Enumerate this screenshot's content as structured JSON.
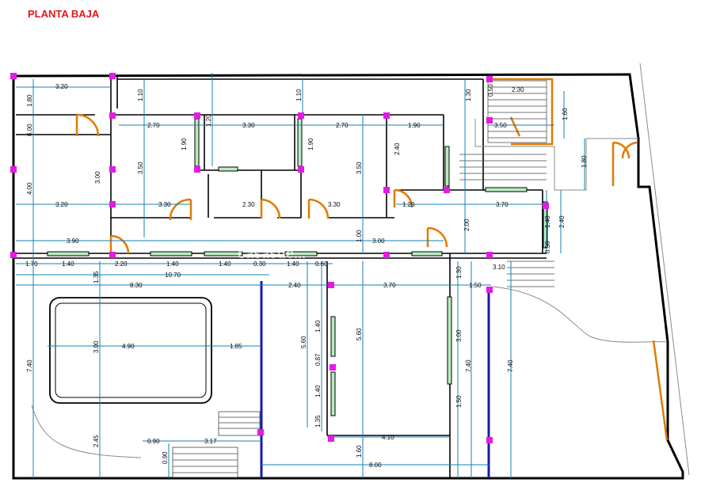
{
  "title": "PLANTA BAJA",
  "watermark": "casasde...",
  "dimensions": {
    "top_left_width": "3.20",
    "top_left_height": "1.80",
    "left_vertical_6": "6.00",
    "left_vertical_4": "4.00",
    "left_vertical_74": "7.40",
    "left_vertical_245": "2.45",
    "room_width_a": "2.70",
    "room_width_b": "3.30",
    "room_width_c": "2.70",
    "room_width_d": "1.90",
    "stair_width": "2.30",
    "stair_350": "3.50",
    "v_110a": "1.10",
    "v_110b": "1.10",
    "v_120": "1.20",
    "v_350a": "3.50",
    "v_350b": "3.50",
    "v_190a": "1.90",
    "v_190b": "1.90",
    "v_300": "3.00",
    "v_240": "2.40",
    "v_130": "1.30",
    "v_050": "0.50",
    "v_160": "1.60",
    "v_180": "1.80",
    "row2_320": "3.20",
    "row2_330a": "3.30",
    "row2_230": "2.30",
    "row2_330b": "3.30",
    "row2_120": "1.20",
    "row2_370": "3.70",
    "w_390": "3.90",
    "w_300": "3.00",
    "w_200": "2.00",
    "w_140a": "1.40",
    "w_240": "2.40",
    "w_050": "0.50",
    "w_170": "1.70",
    "w_140b": "1.40",
    "w_220": "2.20",
    "w_140c": "1.40",
    "w_140d": "1.40",
    "w_140e": "1.40",
    "w_030": "0.30",
    "w_135": "1.35",
    "w_060": "0.60",
    "w_1070": "10.70",
    "w_830": "8.30",
    "w_130b": "1.30",
    "w_240b": "2.40",
    "w_370b": "3.70",
    "w_150": "1.50",
    "w_310": "3.10",
    "pool_490": "4.90",
    "pool_300": "3.00",
    "pool_185": "1.85",
    "v_560a": "5.60",
    "v_560b": "5.60",
    "v_140a": "1.40",
    "v_087": "0.87",
    "v_140b": "1.40",
    "v_135": "1.35",
    "v_300b": "3.00",
    "v_150b": "1.50",
    "v_740b": "7.40",
    "v_740c": "7.40",
    "w_410": "4.10",
    "w_800": "8.00",
    "w_317": "3.17",
    "w_090": "0.90",
    "v_090": "0.90",
    "v_160b": "1.60",
    "v_100": "1.00"
  }
}
